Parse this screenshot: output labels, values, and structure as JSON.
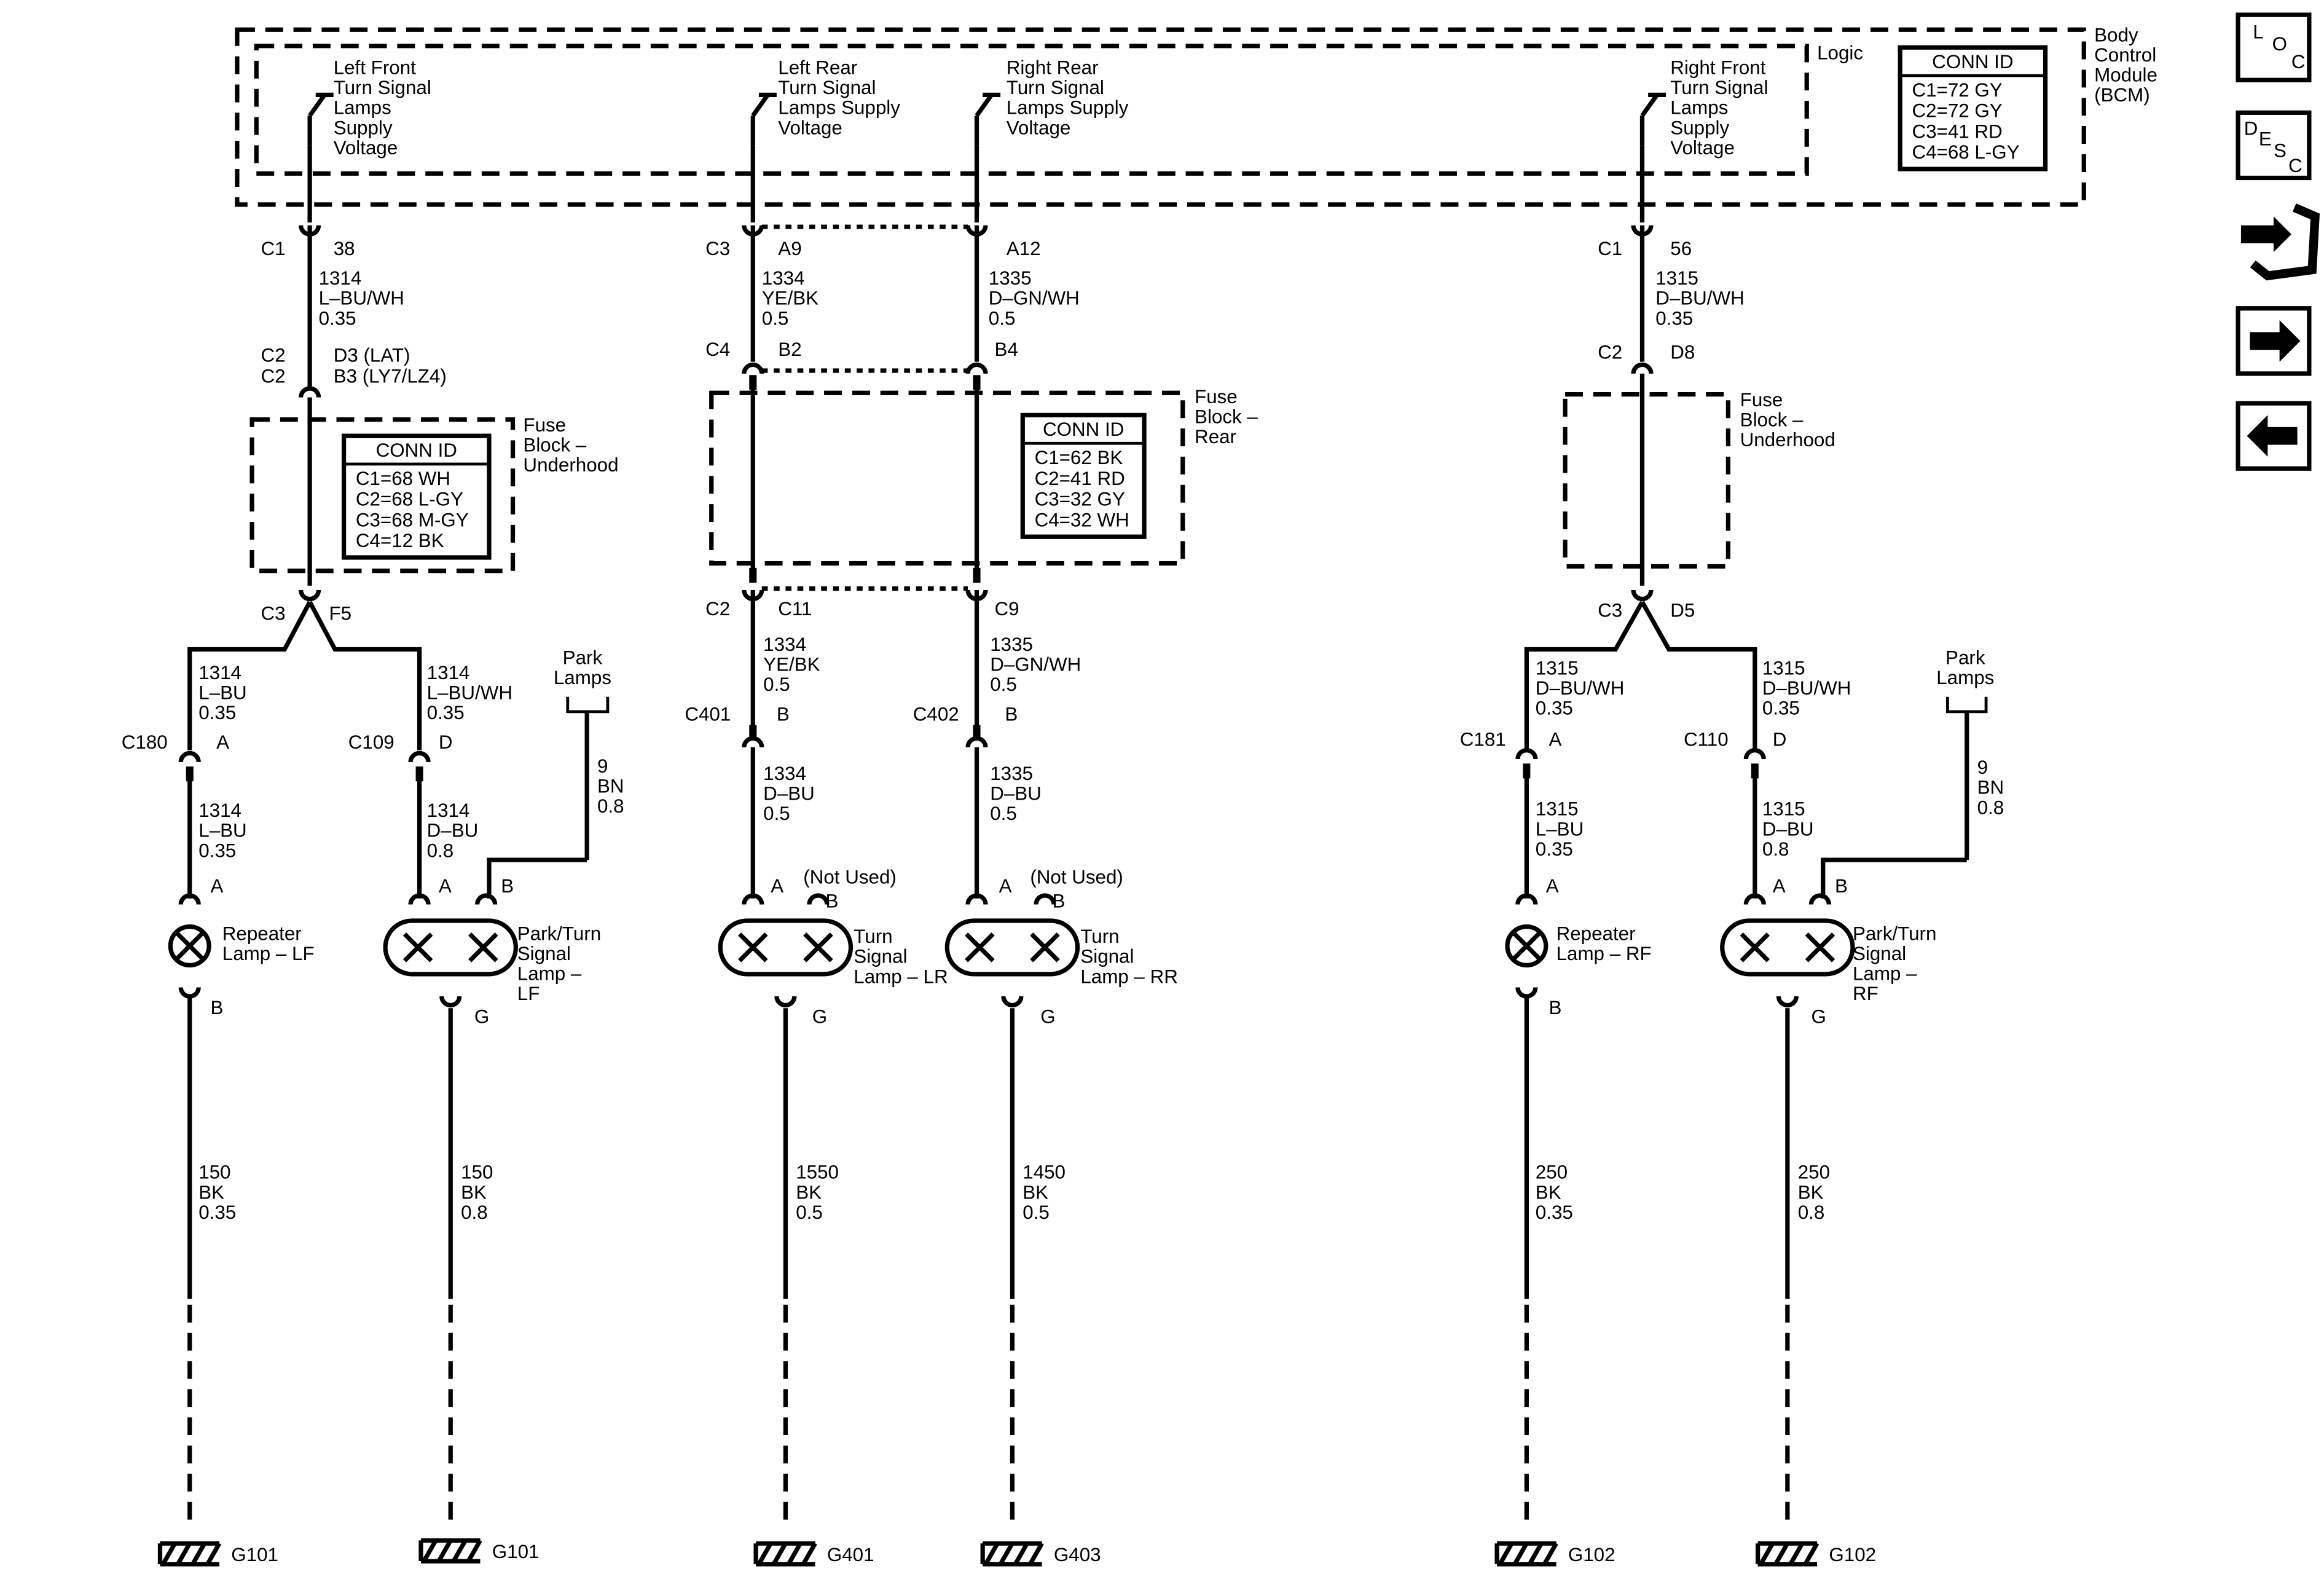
{
  "module": {
    "name_lines": [
      "Body",
      "Control",
      "Module",
      "(BCM)"
    ],
    "logic_label": "Logic",
    "conn_id_title": "CONN ID",
    "conn_ids": [
      "C1=72 GY",
      "C2=72 GY",
      "C3=41 RD",
      "C4=68 L-GY"
    ],
    "outputs": {
      "lf": [
        "Left Front",
        "Turn Signal",
        "Lamps",
        "Supply",
        "Voltage"
      ],
      "lr": [
        "Left Rear",
        "Turn Signal",
        "Lamps Supply",
        "Voltage"
      ],
      "rr": [
        "Right Rear",
        "Turn Signal",
        "Lamps Supply",
        "Voltage"
      ],
      "rf": [
        "Right Front",
        "Turn Signal",
        "Lamps",
        "Supply",
        "Voltage"
      ]
    }
  },
  "fuse_blocks": {
    "underhood_left": {
      "name_lines": [
        "Fuse",
        "Block –",
        "Underhood"
      ],
      "conn_id_title": "CONN ID",
      "conn_ids": [
        "C1=68 WH",
        "C2=68 L-GY",
        "C3=68 M-GY",
        "C4=12 BK"
      ]
    },
    "rear": {
      "name_lines": [
        "Fuse",
        "Block –",
        "Rear"
      ],
      "conn_id_title": "CONN ID",
      "conn_ids": [
        "C1=62 BK",
        "C2=41 RD",
        "C3=32 GY",
        "C4=32 WH"
      ]
    },
    "underhood_right": {
      "name_lines": [
        "Fuse",
        "Block –",
        "Underhood"
      ]
    }
  },
  "connectors": {
    "lf_bcm": [
      "C1",
      "38"
    ],
    "lf_fb_top1": [
      "C2",
      "D3 (LAT)"
    ],
    "lf_fb_top2": [
      "C2",
      "B3 (LY7/LZ4)"
    ],
    "lf_fb_bot": [
      "C3",
      "F5"
    ],
    "lr_bcm": [
      "C3",
      "A9"
    ],
    "rr_bcm": "A12",
    "lr_fb_top": [
      "C4",
      "B2"
    ],
    "rr_fb_top": "B4",
    "lr_fb_bot": [
      "C2",
      "C11"
    ],
    "rr_fb_bot": "C9",
    "c401": [
      "C401",
      "B"
    ],
    "c402": [
      "C402",
      "B"
    ],
    "rf_bcm": [
      "C1",
      "56"
    ],
    "rf_fb_top": [
      "C2",
      "D8"
    ],
    "rf_fb_bot": [
      "C3",
      "D5"
    ],
    "c180": [
      "C180",
      "A"
    ],
    "c109": [
      "C109",
      "D"
    ],
    "c181": [
      "C181",
      "A"
    ],
    "c110": [
      "C110",
      "D"
    ]
  },
  "wires": {
    "lf_1": [
      "1314",
      "L–BU/WH",
      "0.35"
    ],
    "lf_a": [
      "1314",
      "L–BU",
      "0.35"
    ],
    "lf_b": [
      "1314",
      "L–BU/WH",
      "0.35"
    ],
    "lf_c": [
      "1314",
      "L–BU",
      "0.35"
    ],
    "lf_d": [
      "1314",
      "D–BU",
      "0.8"
    ],
    "park_l": [
      "9",
      "BN",
      "0.8"
    ],
    "lr_1": [
      "1334",
      "YE/BK",
      "0.5"
    ],
    "lr_2": [
      "1334",
      "YE/BK",
      "0.5"
    ],
    "lr_3": [
      "1334",
      "D–BU",
      "0.5"
    ],
    "rr_1": [
      "1335",
      "D–GN/WH",
      "0.5"
    ],
    "rr_2": [
      "1335",
      "D–GN/WH",
      "0.5"
    ],
    "rr_3": [
      "1335",
      "D–BU",
      "0.5"
    ],
    "rf_1": [
      "1315",
      "D–BU/WH",
      "0.35"
    ],
    "rf_a": [
      "1315",
      "D–BU/WH",
      "0.35"
    ],
    "rf_b": [
      "1315",
      "D–BU/WH",
      "0.35"
    ],
    "rf_c": [
      "1315",
      "L–BU",
      "0.35"
    ],
    "rf_d": [
      "1315",
      "D–BU",
      "0.8"
    ],
    "park_r": [
      "9",
      "BN",
      "0.8"
    ],
    "g1": [
      "150",
      "BK",
      "0.35"
    ],
    "g2": [
      "150",
      "BK",
      "0.8"
    ],
    "g3": [
      "1550",
      "BK",
      "0.5"
    ],
    "g4": [
      "1450",
      "BK",
      "0.5"
    ],
    "g5": [
      "250",
      "BK",
      "0.35"
    ],
    "g6": [
      "250",
      "BK",
      "0.8"
    ]
  },
  "park_lamps_label": [
    "Park",
    "Lamps"
  ],
  "lamps": {
    "rep_lf": [
      "Repeater",
      "Lamp – LF"
    ],
    "pt_lf": [
      "Park/Turn",
      "Signal",
      "Lamp –",
      "LF"
    ],
    "ts_lr": [
      "Turn",
      "Signal",
      "Lamp – LR"
    ],
    "ts_rr": [
      "Turn",
      "Signal",
      "Lamp – RR"
    ],
    "rep_rf": [
      "Repeater",
      "Lamp – RF"
    ],
    "pt_rf": [
      "Park/Turn",
      "Signal",
      "Lamp –",
      "RF"
    ]
  },
  "pins": {
    "a": "A",
    "b": "B",
    "g": "G"
  },
  "not_used": "(Not Used)",
  "grounds": [
    "G101",
    "G101",
    "G401",
    "G403",
    "G102",
    "G102"
  ],
  "nav": {
    "loc": [
      "L",
      "O",
      "C"
    ],
    "desc": [
      "D",
      "E",
      "S",
      "C"
    ],
    "next_icon": "arrow-right-icon",
    "prev_icon": "arrow-left-icon",
    "wrench_icon": "connector-wrench-icon"
  }
}
